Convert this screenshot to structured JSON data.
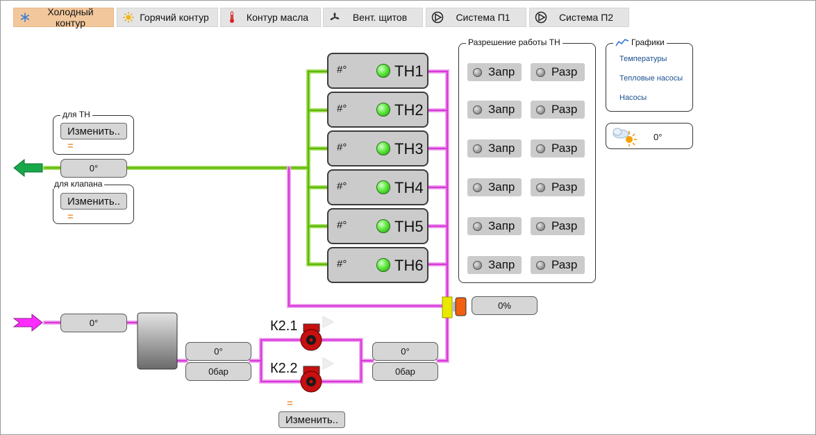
{
  "tabs": [
    {
      "label": "Холодный контур",
      "icon": "snowflake-icon"
    },
    {
      "label": "Горячий контур",
      "icon": "sun-icon"
    },
    {
      "label": "Контур масла",
      "icon": "thermometer-icon"
    },
    {
      "label": "Вент. щитов",
      "icon": "fan-icon"
    },
    {
      "label": "Система П1",
      "icon": "pump-icon"
    },
    {
      "label": "Система П2",
      "icon": "pump-icon"
    }
  ],
  "setpoint_th": {
    "title": "для ТН",
    "button": "Изменить..",
    "value": "="
  },
  "setpoint_valve": {
    "title": "для клапана",
    "button": "Изменить..",
    "value": "="
  },
  "supply_temp": "0°",
  "return_temp": "0°",
  "heat_pumps": [
    {
      "name": "ТН1",
      "value": "#°"
    },
    {
      "name": "ТН2",
      "value": "#°"
    },
    {
      "name": "ТН3",
      "value": "#°"
    },
    {
      "name": "ТН4",
      "value": "#°"
    },
    {
      "name": "ТН5",
      "value": "#°"
    },
    {
      "name": "ТН6",
      "value": "#°"
    }
  ],
  "permission": {
    "title": "Разрешение работы ТН",
    "deny_label": "Запр",
    "allow_label": "Разр"
  },
  "charts": {
    "title": "Графики",
    "links": [
      "Температуры",
      "Тепловые насосы",
      "Насосы"
    ]
  },
  "outdoor_temp": "0°",
  "valve_position": "0%",
  "pump_in": {
    "temp": "0°",
    "pressure": "0бар"
  },
  "pump_out": {
    "temp": "0°",
    "pressure": "0бар"
  },
  "pumps": {
    "k1": "К2.1",
    "k2": "К2.2"
  },
  "pump_setpoint": {
    "value": "=",
    "button": "Изменить.."
  },
  "colors": {
    "green_pipe": "#6fcf10",
    "magenta_pipe": "#e040e0",
    "active_tab": "#f2c79c",
    "led_green": "#5ee83d"
  }
}
